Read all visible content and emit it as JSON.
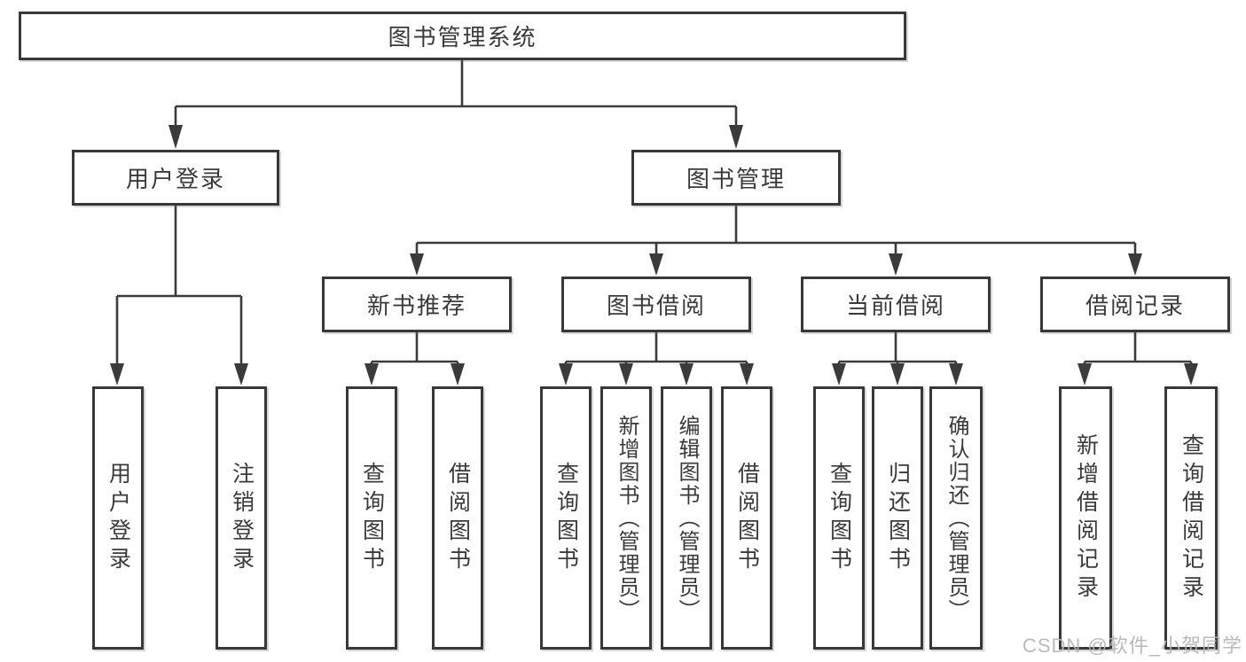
{
  "nodes": {
    "root": "图书管理系统",
    "user_login": "用户登录",
    "book_mgmt": "图书管理",
    "new_book_rec": "新书推荐",
    "book_borrow": "图书借阅",
    "current_borrow": "当前借阅",
    "borrow_records": "借阅记录",
    "leaves": {
      "login": "用户登录",
      "logout": "注销登录",
      "nbr_query_books": "查询图书",
      "nbr_borrow_books": "借阅图书",
      "bb_query_books": "查询图书",
      "bb_add_books": "新增图书（管理员）",
      "bb_edit_books": "编辑图书（管理员）",
      "bb_borrow_books": "借阅图书",
      "cb_query_books": "查询图书",
      "cb_return_books": "归还图书",
      "cb_confirm_return": "确认归还（管理员）",
      "br_add_record": "新增借阅记录",
      "br_query_record": "查询借阅记录"
    }
  },
  "colors": {
    "line": "#3b3b3b",
    "text": "#3a3a3a",
    "background": "#ffffff",
    "watermark": "#b5b5b5"
  },
  "watermark": "CSDN @软件_小贺同学"
}
